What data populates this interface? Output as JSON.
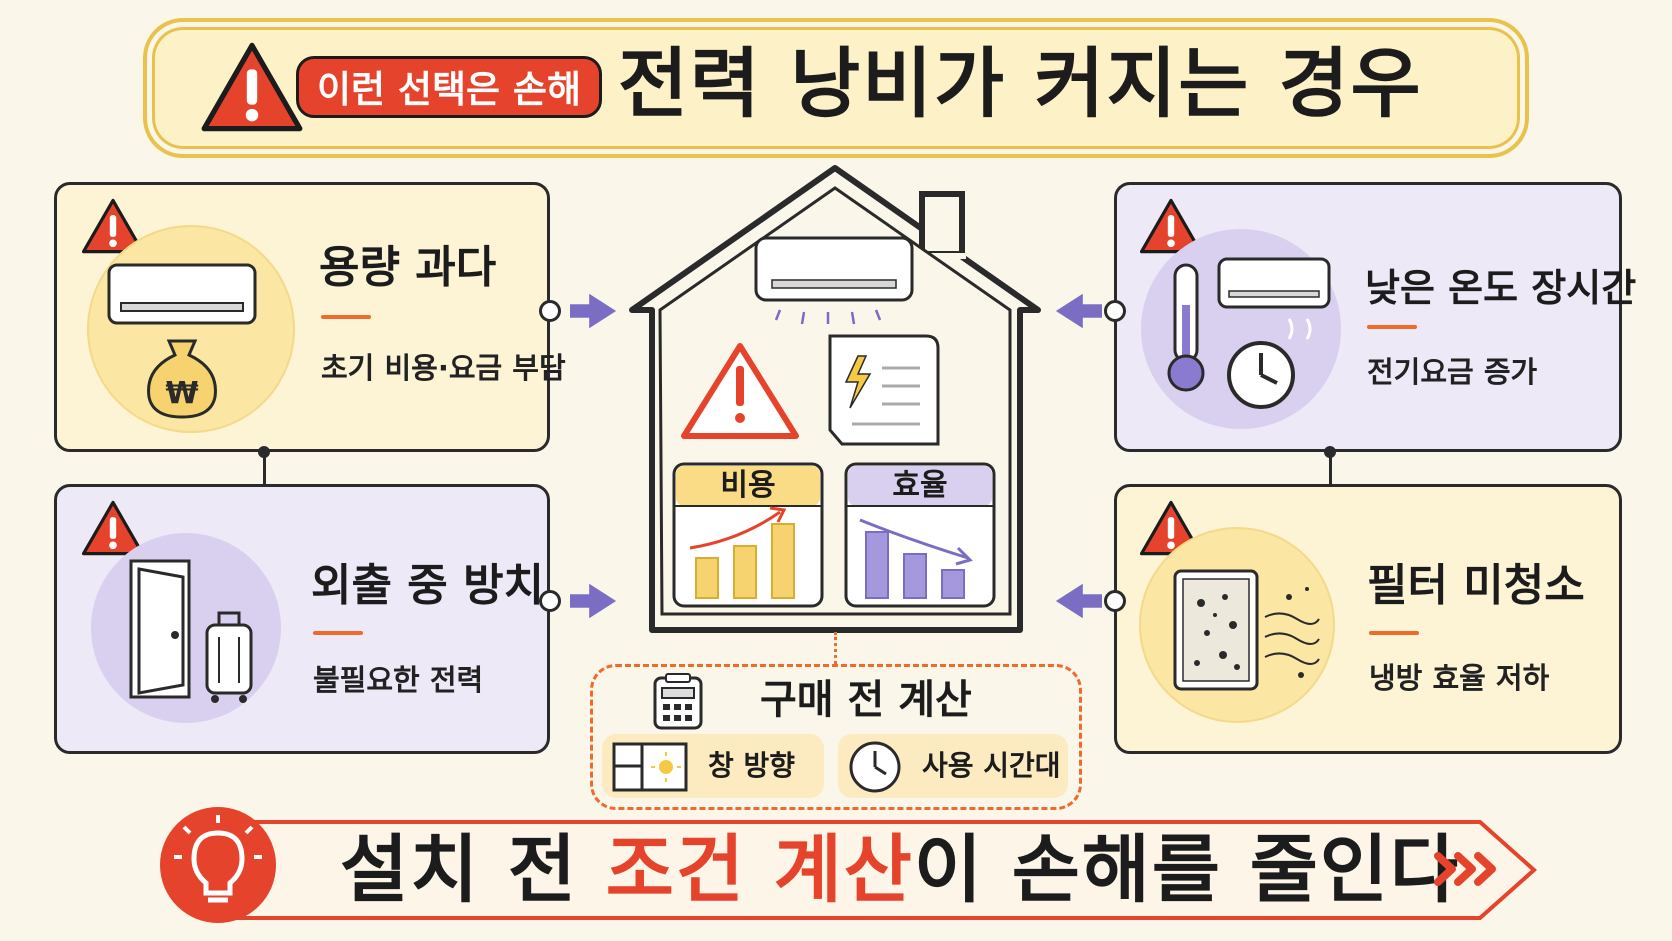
{
  "header": {
    "badge": "이런 선택은 손해",
    "title": "전력 낭비가 커지는 경우"
  },
  "cards": [
    {
      "title": "용량 과다",
      "desc": "초기 비용·요금 부담",
      "icon": "air-conditioner-money-bag-icon"
    },
    {
      "title": "외출 중 방치",
      "desc": "불필요한 전력",
      "icon": "door-luggage-icon"
    },
    {
      "title": "낮은 온도 장시간",
      "desc": "전기요금 증가",
      "icon": "thermometer-clock-icon"
    },
    {
      "title": "필터 미청소",
      "desc": "냉방 효율 저하",
      "icon": "dirty-filter-icon"
    }
  ],
  "house": {
    "cost_label": "비용",
    "efficiency_label": "효율"
  },
  "calc": {
    "title": "구매 전 계산",
    "chips": [
      "창 방향",
      "사용 시간대"
    ]
  },
  "footer": {
    "text_before": "설치 전 ",
    "text_highlight": "조건 계산",
    "text_after": "이 손해를 줄인다"
  },
  "colors": {
    "accent_red": "#e5432b",
    "accent_orange": "#ef6a2b",
    "yellow_bg": "#fdf4d6",
    "purple_bg": "#ede9f7",
    "arrow_purple": "#7b6cc4"
  }
}
